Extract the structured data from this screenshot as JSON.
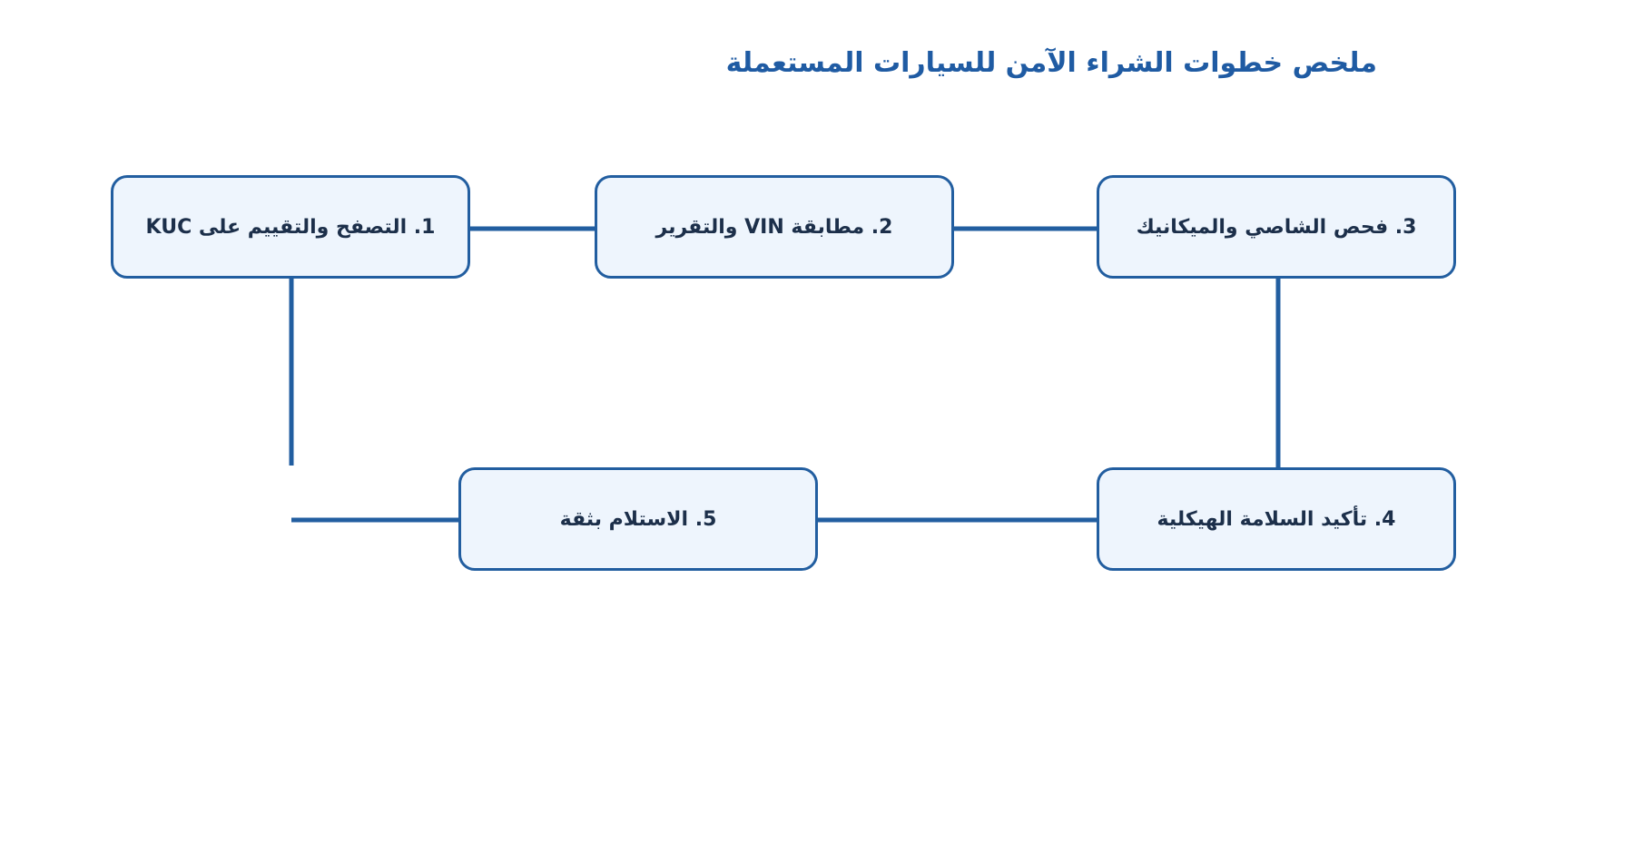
{
  "title": "ملخص خطوات الشراء الآمن للسيارات المستعملة",
  "colors": {
    "title": "#1f5ba3",
    "stroke": "#225ea0",
    "node_fill": "#eef5fd",
    "node_text": "#1c2f4a"
  },
  "steps": [
    {
      "label": "1. التصفح والتقييم على KUC"
    },
    {
      "label": "2. مطابقة VIN والتقرير"
    },
    {
      "label": "3. فحص الشاصي والميكانيك"
    },
    {
      "label": "4. تأكيد السلامة الهيكلية"
    },
    {
      "label": "5. الاستلام بثقة"
    }
  ]
}
